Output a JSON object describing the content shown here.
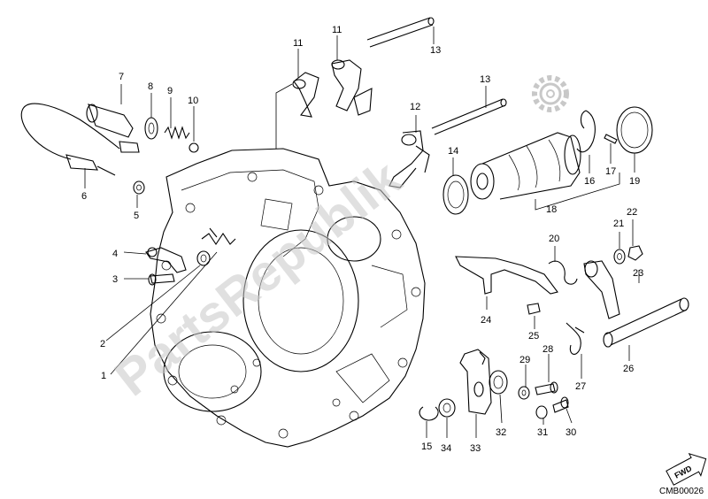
{
  "watermark": "PartsRepublik",
  "diagram_code": "CMB00026",
  "fwd_label": "FWD",
  "callouts": [
    "1",
    "2",
    "3",
    "4",
    "5",
    "6",
    "7",
    "8",
    "9",
    "10",
    "11",
    "11",
    "12",
    "13",
    "13",
    "14",
    "15",
    "16",
    "17",
    "18",
    "19",
    "20",
    "21",
    "22",
    "23",
    "24",
    "25",
    "26",
    "27",
    "28",
    "29",
    "30",
    "31",
    "32",
    "33",
    "34"
  ]
}
